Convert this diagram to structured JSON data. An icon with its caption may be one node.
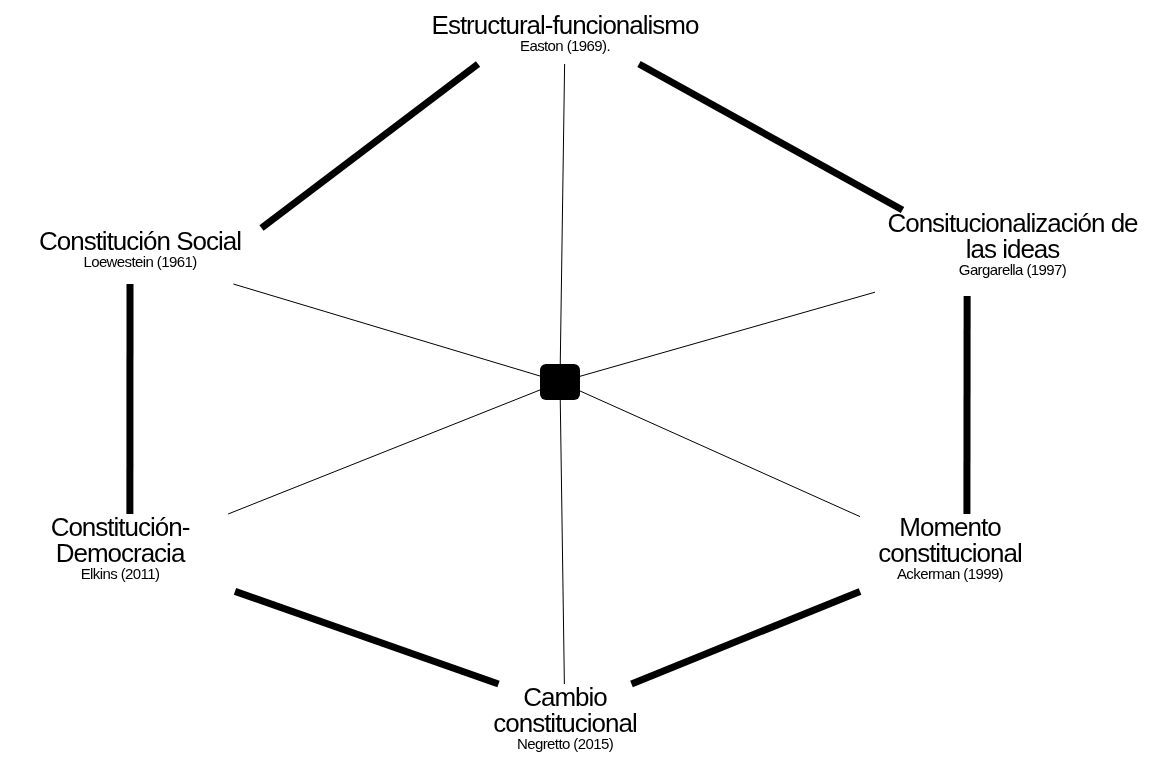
{
  "diagram": {
    "nodes": [
      {
        "text": [
          "Estructural-funcionalismo",
          "Easton (1969)."
        ]
      },
      {
        "text": [
          "Constitución Social",
          "Loewestein (1961)"
        ]
      },
      {
        "text": [
          "Consitucionalización de las ideas",
          "Gargarella (1997)"
        ]
      },
      {
        "text": [],
        "shape": "box"
      },
      {
        "text": [
          "Constitución-Democracia",
          "Elkins (2011)"
        ]
      },
      {
        "text": [
          "Momento constitucional",
          "Ackerman (1999)"
        ]
      },
      {
        "text": [
          "Cambio constitucional",
          "Negretto (2015)"
        ]
      }
    ],
    "edges": [
      {
        "from": 3,
        "to": 0,
        "arrow": "none"
      },
      {
        "from": 3,
        "to": 1,
        "arrow": "none"
      },
      {
        "from": 3,
        "to": 2,
        "arrow": "none"
      },
      {
        "from": 3,
        "to": 4,
        "arrow": "none"
      },
      {
        "from": 3,
        "to": 5,
        "arrow": "none"
      },
      {
        "from": 3,
        "to": 6,
        "arrow": "none"
      },
      {
        "from": 1,
        "to": 0,
        "arrow": "none",
        "style": "thick"
      },
      {
        "from": 0,
        "to": 2,
        "arrow": "none",
        "style": "thick"
      },
      {
        "from": 2,
        "to": 5,
        "arrow": "none",
        "style": "thick"
      },
      {
        "from": 5,
        "to": 6,
        "arrow": "none",
        "style": "thick"
      },
      {
        "from": 6,
        "to": 4,
        "arrow": "none",
        "style": "thick"
      },
      {
        "from": 4,
        "to": 1,
        "arrow": "none",
        "style": "thick"
      }
    ]
  }
}
